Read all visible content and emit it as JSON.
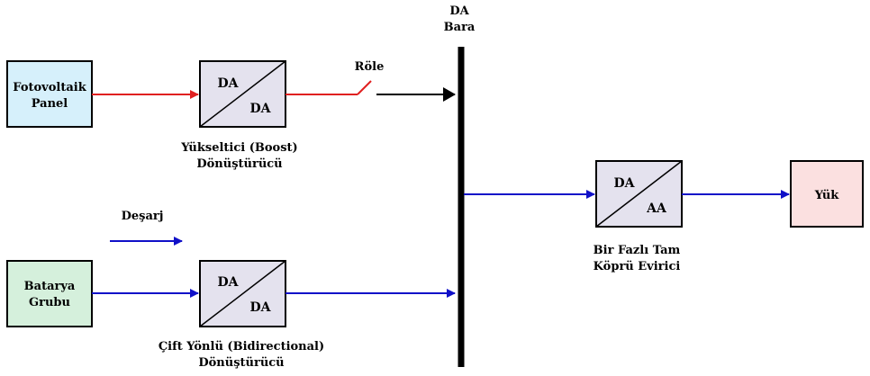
{
  "bus": {
    "line1": "DA",
    "line2": "Bara"
  },
  "pv_panel": {
    "line1": "Fotovoltaik",
    "line2": "Panel"
  },
  "battery": {
    "line1": "Batarya",
    "line2": "Grubu"
  },
  "load": {
    "label": "Yük"
  },
  "relay": {
    "label": "Röle"
  },
  "discharge": {
    "label": "Deşarj"
  },
  "boost_converter": {
    "top": "DA",
    "bottom": "DA",
    "caption1": "Yükseltici (Boost)",
    "caption2": "Dönüştürücü"
  },
  "bidirectional_converter": {
    "top": "DA",
    "bottom": "DA",
    "caption1": "Çift Yönlü (Bidirectional)",
    "caption2": "Dönüştürücü"
  },
  "inverter": {
    "top": "DA",
    "bottom": "AA",
    "caption1": "Bir Fazlı Tam",
    "caption2": "Köprü Evirici"
  },
  "colors": {
    "pv_line": "#e02020",
    "dc_line": "#1010c8",
    "black": "#000000",
    "pv_fill": "#d6f0fb",
    "battery_fill": "#d5f0dc",
    "load_fill": "#fbe0e0",
    "converter_fill": "#e4e2ee"
  }
}
